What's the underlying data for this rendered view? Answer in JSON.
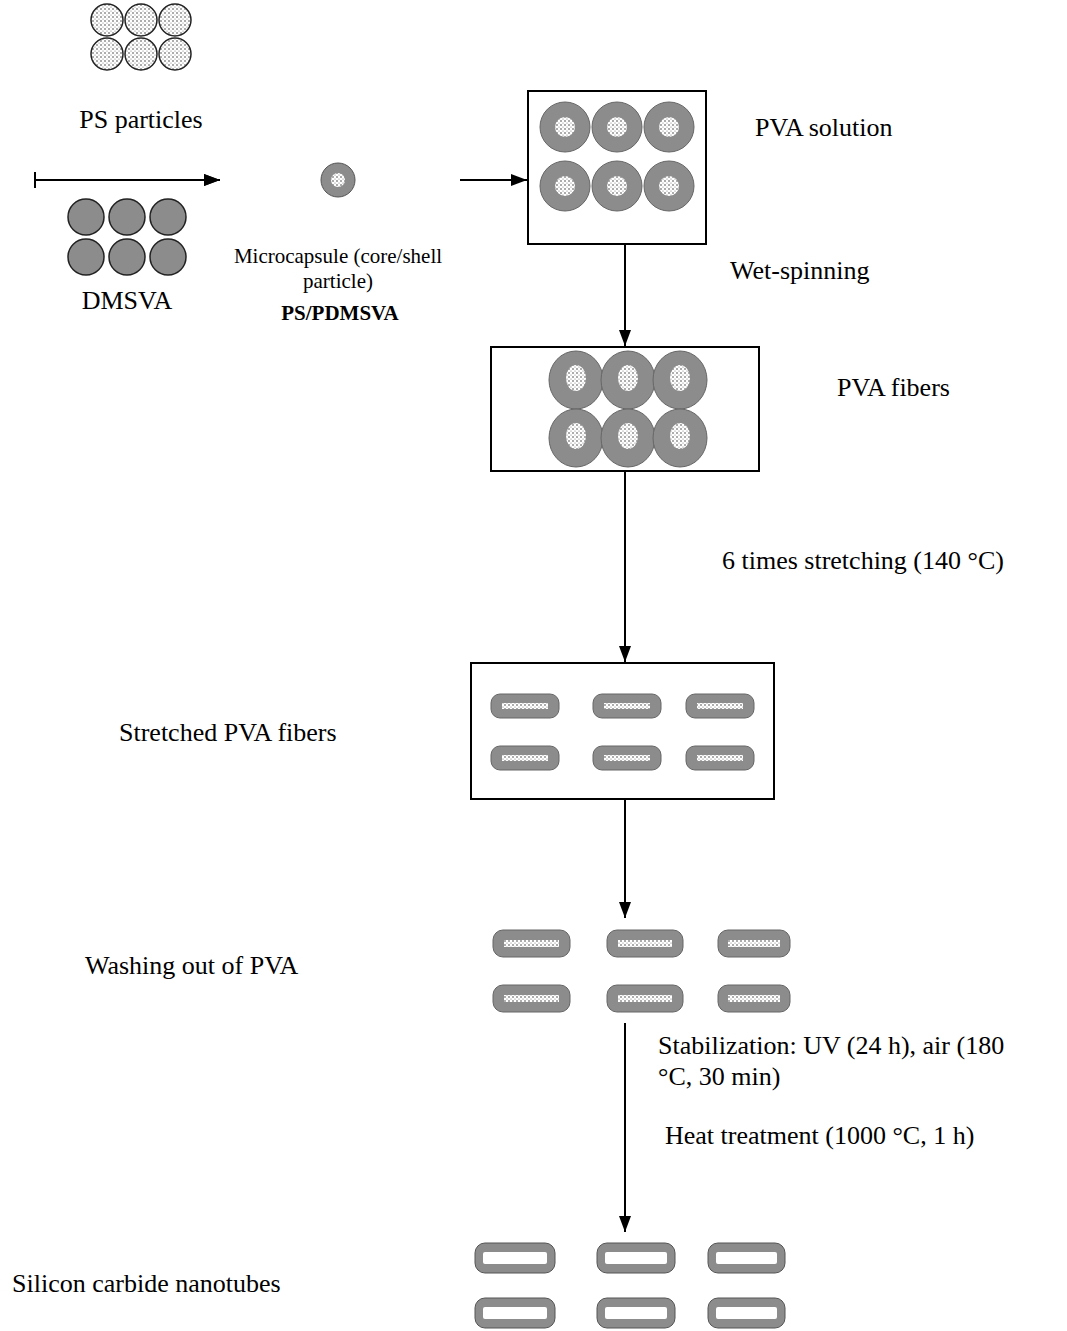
{
  "diagram": {
    "nodes": [
      {
        "text": [
          "PS particles"
        ]
      },
      {
        "text": [
          "DMSVA"
        ]
      },
      {
        "text": [
          "Microcapsule (core/shell particle)",
          "PS/PDMSVA"
        ]
      },
      {
        "text": [
          "PVA solution"
        ]
      },
      {
        "text": [
          "PVA fibers"
        ]
      },
      {
        "text": [
          "Stretched PVA fibers"
        ]
      },
      {
        "text": [
          "Washing out of PVA"
        ]
      },
      {
        "text": [
          "Silicon carbide nanotubes"
        ]
      }
    ],
    "edges": [
      {
        "from": 0,
        "to": 2,
        "arrow": "to"
      },
      {
        "from": 1,
        "to": 2,
        "arrow": "to"
      },
      {
        "from": 2,
        "to": 3,
        "arrow": "to"
      },
      {
        "from": 3,
        "to": 4,
        "arrow": "to",
        "label": "Wet-spinning"
      },
      {
        "from": 4,
        "to": 5,
        "arrow": "to",
        "label": "6 times stretching (140 °C)"
      },
      {
        "from": 5,
        "to": 6,
        "arrow": "to"
      },
      {
        "from": 6,
        "to": 7,
        "arrow": "to",
        "label": "Stabilization: UV (24 h), air (180 °C, 30 min)"
      }
    ],
    "labels": [
      "Heat treatment (1000 °C, 1 h)"
    ]
  }
}
